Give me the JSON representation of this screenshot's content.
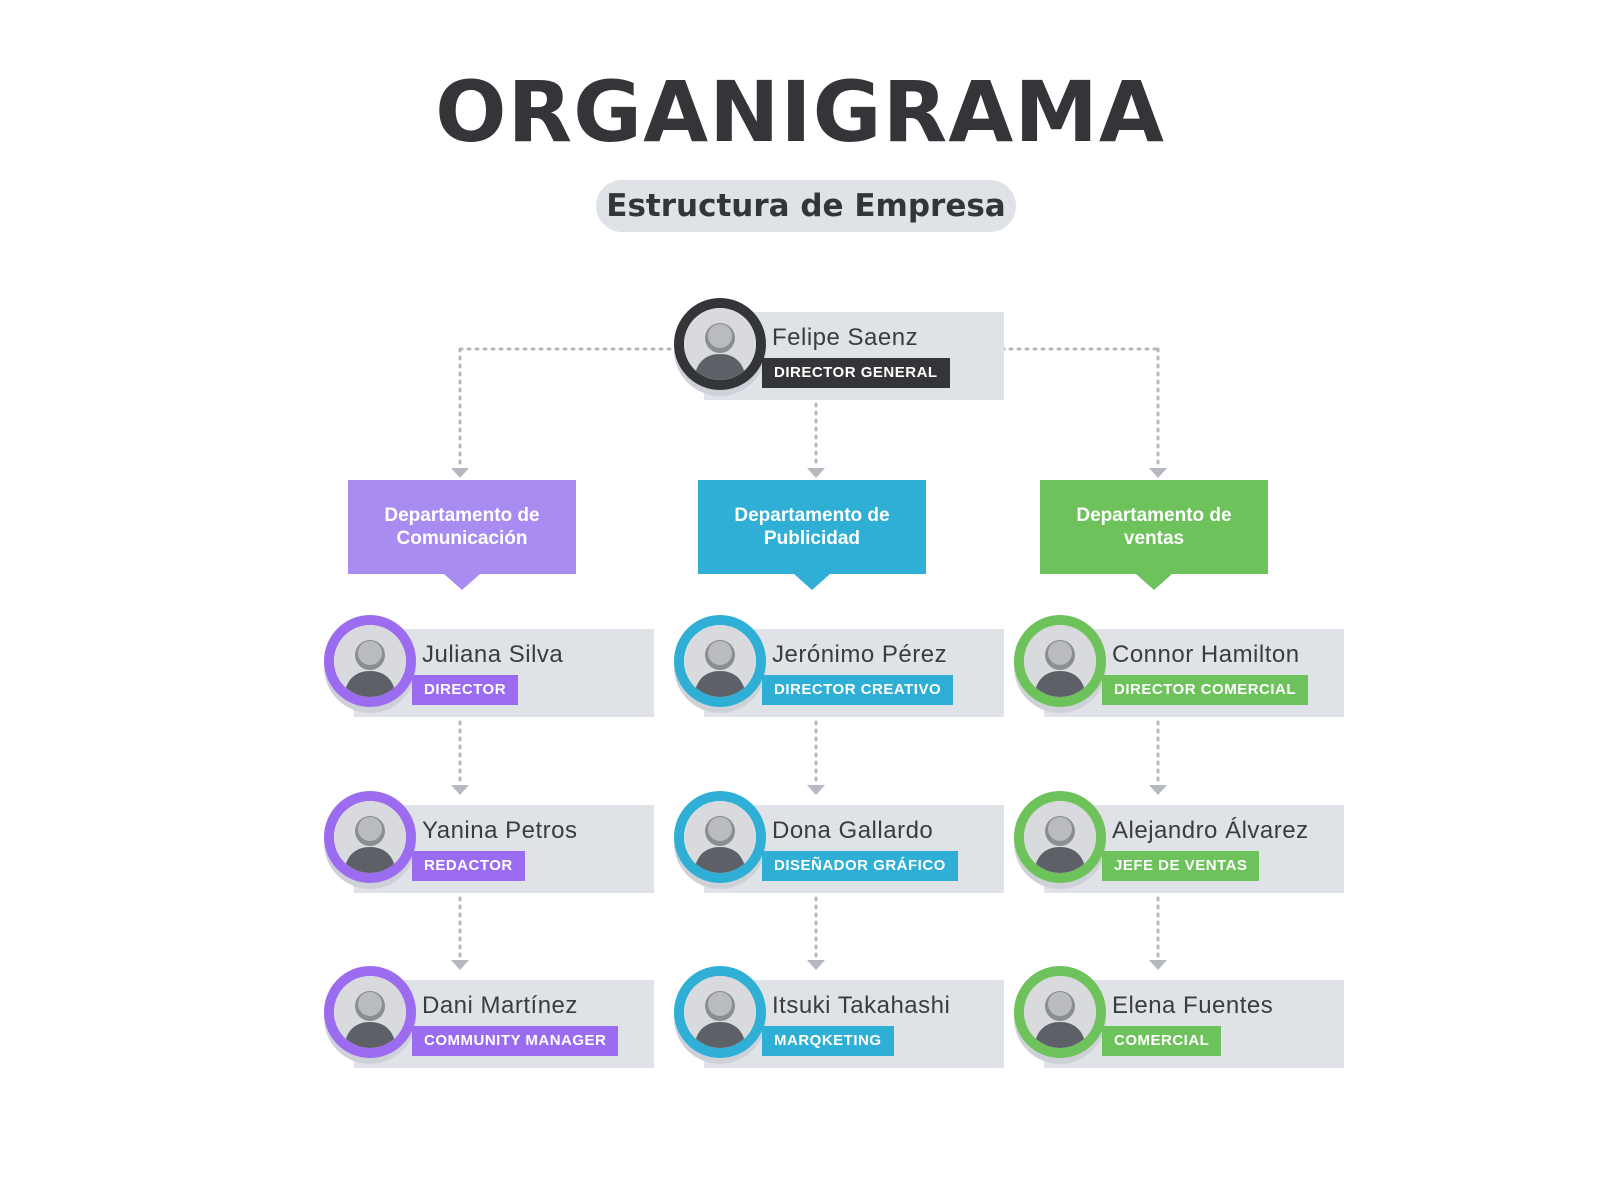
{
  "header": {
    "title": "ORGANIGRAMA",
    "subtitle": "Estructura de Empresa"
  },
  "colors": {
    "purple": "#9b6cf0",
    "purple_light": "#a98cf2",
    "blue": "#2fafd6",
    "green": "#6ec25c",
    "dark": "#333538",
    "panel": "#dfe2e7",
    "connector": "#b4b9c1"
  },
  "director": {
    "name": "Felipe Saenz",
    "role": "DIRECTOR GENERAL",
    "color": "#333538"
  },
  "departments": [
    {
      "label": "Departamento de Comunicación",
      "color": "#a98cf2",
      "members": [
        {
          "name": "Juliana Silva",
          "role": "DIRECTOR",
          "color": "#9b6cf0"
        },
        {
          "name": "Yanina Petros",
          "role": "REDACTOR",
          "color": "#9b6cf0"
        },
        {
          "name": "Dani Martínez",
          "role": "COMMUNITY MANAGER",
          "color": "#9b6cf0"
        }
      ]
    },
    {
      "label": "Departamento de Publicidad",
      "color": "#2fafd6",
      "members": [
        {
          "name": "Jerónimo Pérez",
          "role": "DIRECTOR CREATIVO",
          "color": "#2fafd6"
        },
        {
          "name": "Dona Gallardo",
          "role": "DISEÑADOR GRÁFICO",
          "color": "#2fafd6"
        },
        {
          "name": "Itsuki Takahashi",
          "role": "MARQKETING",
          "color": "#2fafd6"
        }
      ]
    },
    {
      "label": "Departamento de ventas",
      "color": "#6ec25c",
      "members": [
        {
          "name": "Connor Hamilton",
          "role": "DIRECTOR COMERCIAL",
          "color": "#6ec25c"
        },
        {
          "name": "Alejandro Álvarez",
          "role": "JEFE DE VENTAS",
          "color": "#6ec25c"
        },
        {
          "name": "Elena Fuentes",
          "role": "COMERCIAL",
          "color": "#6ec25c"
        }
      ]
    }
  ]
}
